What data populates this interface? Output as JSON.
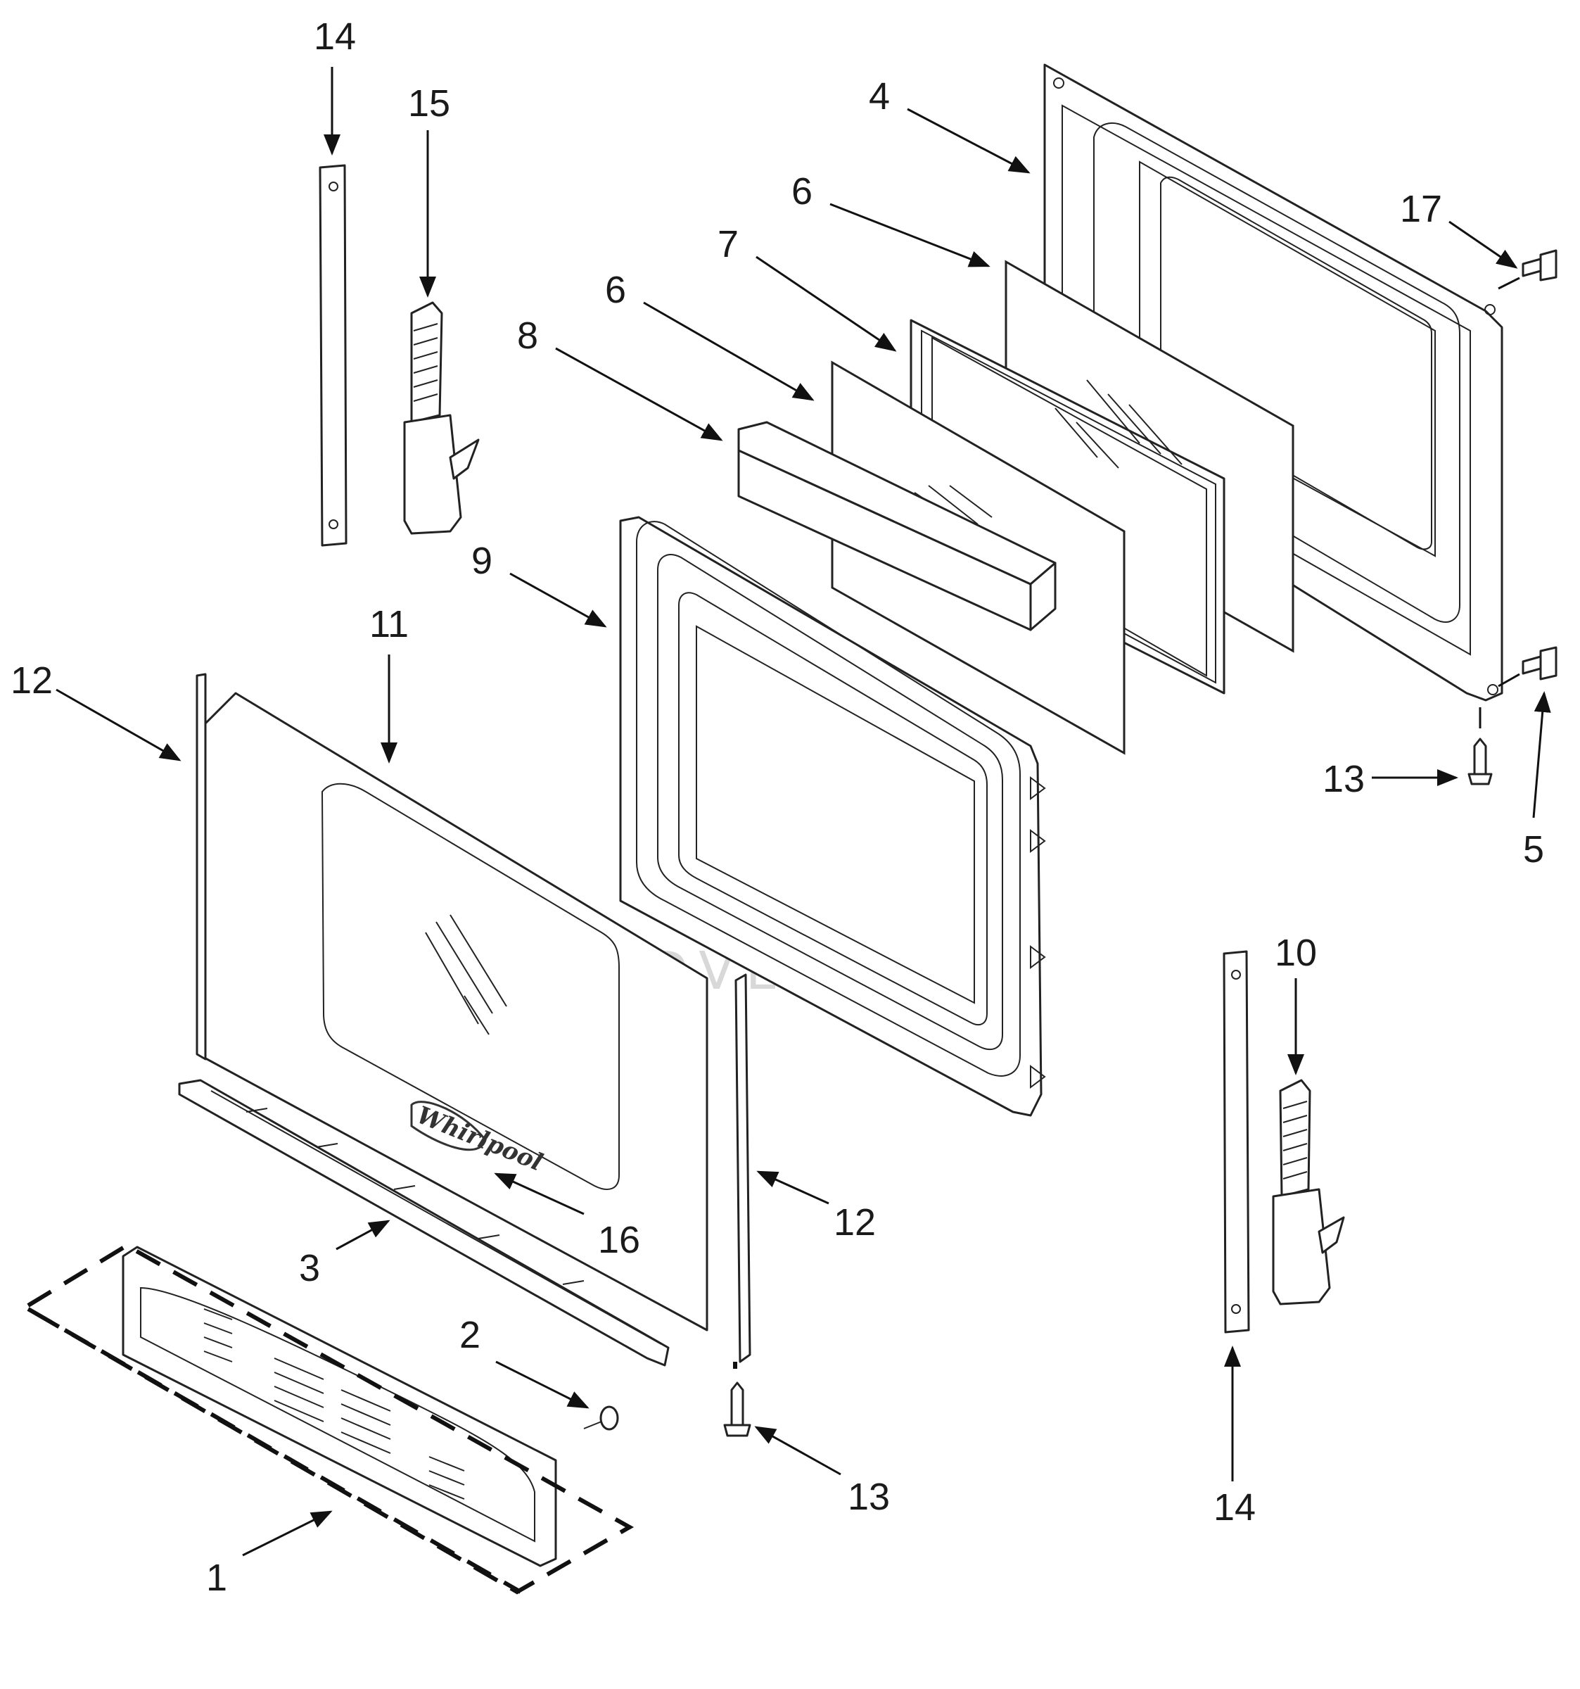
{
  "watermark": {
    "text": "LEADVENTURE"
  },
  "brand_logo": {
    "text": "Whirlpool"
  },
  "callouts": {
    "c14_top": "14",
    "c15": "15",
    "c4": "4",
    "c6_upper": "6",
    "c7": "7",
    "c6_lower": "6",
    "c8": "8",
    "c17": "17",
    "c9": "9",
    "c11": "11",
    "c12_left": "12",
    "c13_right": "13",
    "c5": "5",
    "c10": "10",
    "c16": "16",
    "c12_right": "12",
    "c3": "3",
    "c2": "2",
    "c13_bottom": "13",
    "c14_bottom": "14",
    "c1": "1"
  }
}
